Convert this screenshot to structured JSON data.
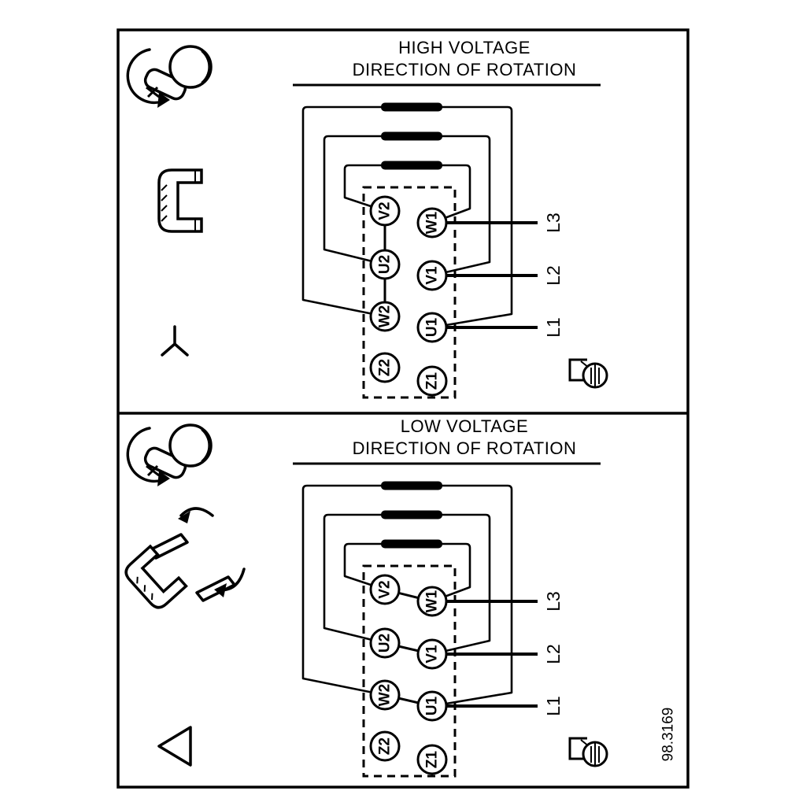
{
  "figure_number": "98.3169",
  "colors": {
    "ink": "#000000",
    "background": "#ffffff"
  },
  "icons": {
    "screw_rotation": "terminal-screw-with-rotation-arrow-icon",
    "jumper_link": "jumper-link-bracket-icon",
    "jumper_placement": "jumper-link-placement-with-arrows-icon",
    "star_symbol": "star-connection-symbol",
    "delta_symbol": "delta-connection-symbol",
    "ground": "earth-ground-terminal-icon"
  },
  "panels": [
    {
      "title_line1": "HIGH VOLTAGE",
      "title_line2": "DIRECTION OF ROTATION",
      "connection": "star",
      "terminals_left": [
        "V2",
        "U2",
        "W2",
        "Z2"
      ],
      "terminals_right": [
        "W1",
        "V1",
        "U1",
        "Z1"
      ],
      "supply_lines": [
        "L3",
        "L2",
        "L1"
      ]
    },
    {
      "title_line1": "LOW VOLTAGE",
      "title_line2": "DIRECTION OF ROTATION",
      "connection": "delta",
      "terminals_left": [
        "V2",
        "U2",
        "W2",
        "Z2"
      ],
      "terminals_right": [
        "W1",
        "V1",
        "U1",
        "Z1"
      ],
      "supply_lines": [
        "L3",
        "L2",
        "L1"
      ]
    }
  ]
}
